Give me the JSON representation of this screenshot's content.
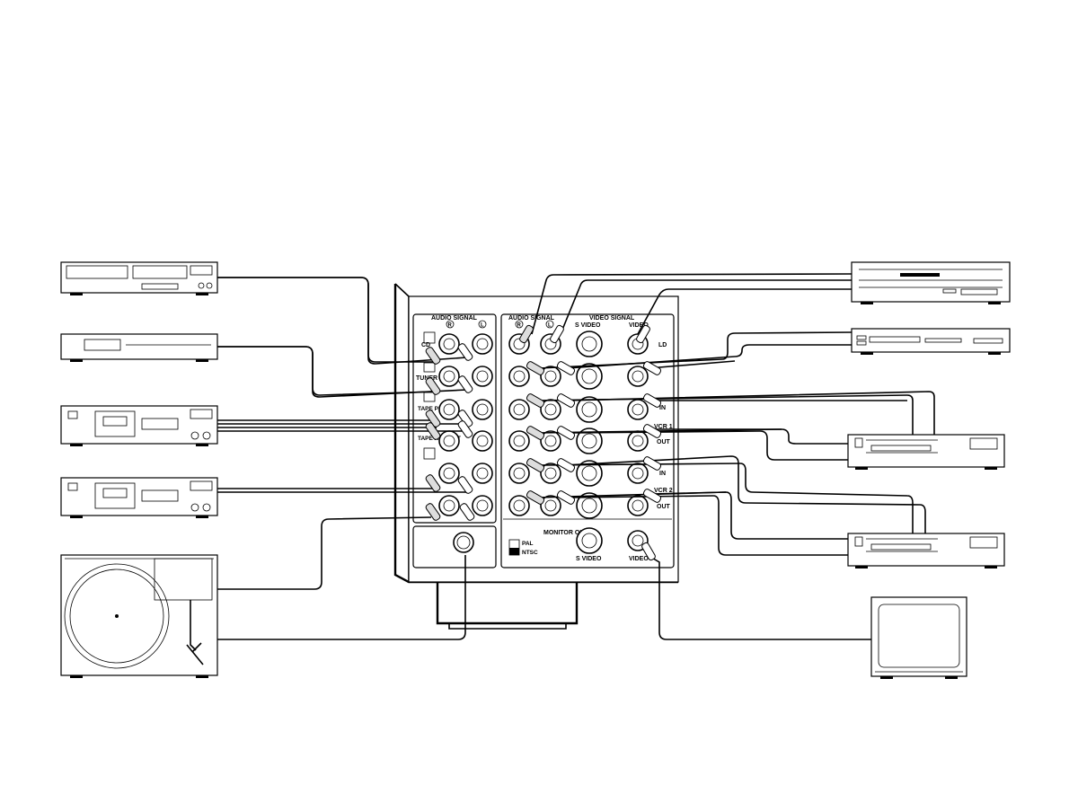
{
  "audio_panel": {
    "header": "AUDIO SIGNAL",
    "r_mark": "R",
    "l_mark": "L",
    "rows": [
      "CD",
      "TUNER",
      "TAPE PB",
      "TAPE REC OUT"
    ]
  },
  "av_panel": {
    "audio_header": "AUDIO SIGNAL",
    "video_header": "VIDEO SIGNAL",
    "r_mark": "R",
    "l_mark": "L",
    "svideo_label": "S VIDEO",
    "video_col_label": "VIDEO",
    "ld_label": "LD",
    "vcr1_label": "VCR 1",
    "vcr2_label": "VCR 2",
    "in_label": "IN",
    "out_label": "OUT",
    "monitor_out_label": "MONITOR OUT",
    "bottom_svideo_label": "S VIDEO",
    "bottom_video_label": "VIDEO",
    "pal_label": "PAL",
    "ntsc_label": "NTSC"
  },
  "devices": {
    "left": [
      "cd-player",
      "tuner",
      "tape-deck-1",
      "tape-deck-2",
      "turntable"
    ],
    "right": [
      "ld-player",
      "tv-tuner",
      "vcr-1",
      "vcr-2",
      "monitor"
    ]
  }
}
